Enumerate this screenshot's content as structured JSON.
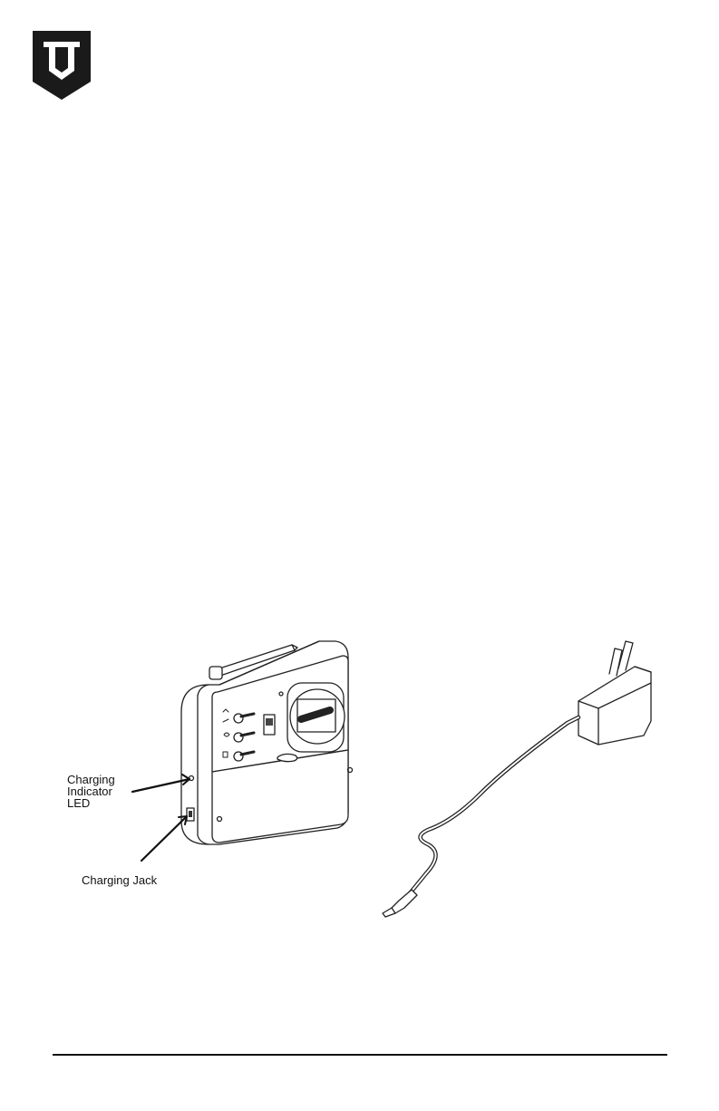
{
  "brand": {
    "logo_icon": "shield-logo-icon",
    "logo_color": "#1a1a1a"
  },
  "figure": {
    "items": [
      "transmitter-remote",
      "wall-charger"
    ],
    "callouts": {
      "led_line1": "Charging",
      "led_line2": "Indicator",
      "led_line3": "LED",
      "jack": "Charging Jack"
    }
  },
  "footer": {
    "rule": true
  }
}
